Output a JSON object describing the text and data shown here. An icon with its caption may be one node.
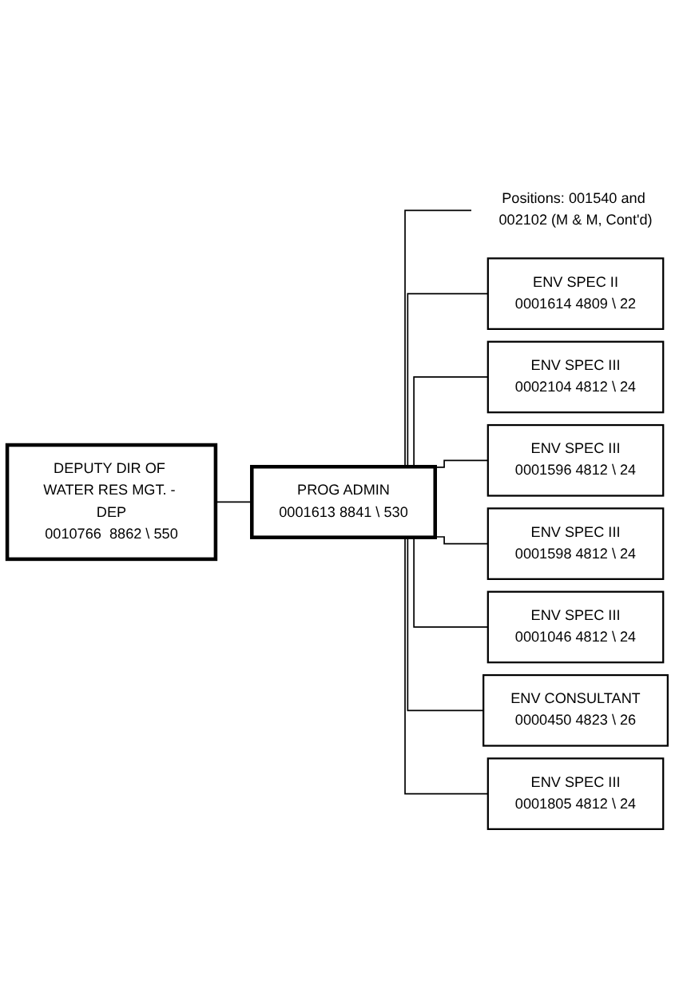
{
  "diagram": {
    "nodes": [
      {
        "text": [
          "DEPUTY DIR OF WATER RES MGT. - DEP",
          "0010766  8862 \\ 550"
        ]
      },
      {
        "text": [
          "PROG ADMIN",
          "0001613  8841 \\ 530"
        ]
      },
      {
        "text": [
          "Positions: 001540 and 002102 (M & M, Cont'd)"
        ]
      },
      {
        "text": [
          "ENV SPEC II",
          "0001614  4809 \\ 22"
        ]
      },
      {
        "text": [
          "ENV SPEC III",
          "0002104  4812 \\ 24"
        ]
      },
      {
        "text": [
          "ENV SPEC III",
          "0001596  4812 \\ 24"
        ]
      },
      {
        "text": [
          "ENV SPEC III",
          "0001598  4812 \\ 24"
        ]
      },
      {
        "text": [
          "ENV SPEC III",
          "0001046  4812 \\ 24"
        ]
      },
      {
        "text": [
          "ENV CONSULTANT",
          "0000450  4823 \\ 26"
        ]
      },
      {
        "text": [
          "ENV SPEC III",
          "0001805  4812 \\ 24"
        ]
      }
    ],
    "edges": [
      {
        "from": 0,
        "to": 1,
        "arrow": "none"
      },
      {
        "from": 1,
        "to": 2,
        "arrow": "none"
      },
      {
        "from": 1,
        "to": 3,
        "arrow": "none"
      },
      {
        "from": 1,
        "to": 4,
        "arrow": "none"
      },
      {
        "from": 1,
        "to": 5,
        "arrow": "none"
      },
      {
        "from": 1,
        "to": 6,
        "arrow": "none"
      },
      {
        "from": 1,
        "to": 7,
        "arrow": "none"
      },
      {
        "from": 1,
        "to": 8,
        "arrow": "none"
      },
      {
        "from": 1,
        "to": 9,
        "arrow": "none"
      }
    ]
  }
}
